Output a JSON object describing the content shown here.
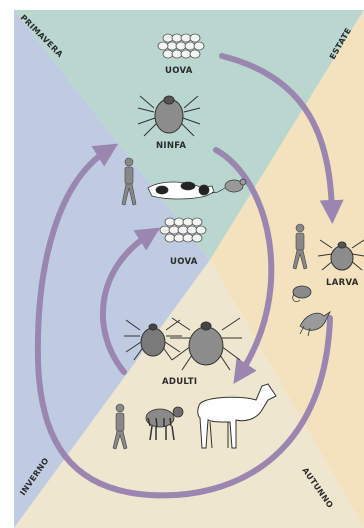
{
  "seasons": {
    "spring": "PRIMAVERA",
    "summer": "ESTATE",
    "autumn": "AUTUNNO",
    "winter": "INVERNO"
  },
  "stages": {
    "eggs_top": "UOVA",
    "nymph": "NINFA",
    "eggs_middle": "UOVA",
    "larva": "LARVA",
    "adults": "ADULTI"
  },
  "colors": {
    "spring_quadrant": "#b9d6cf",
    "summer_quadrant": "#f3e2bd",
    "autumn_quadrant": "#efe6cf",
    "winter_quadrant": "#bfcbe0",
    "arrow": "#9b86b1",
    "frame": "#ffffff"
  }
}
